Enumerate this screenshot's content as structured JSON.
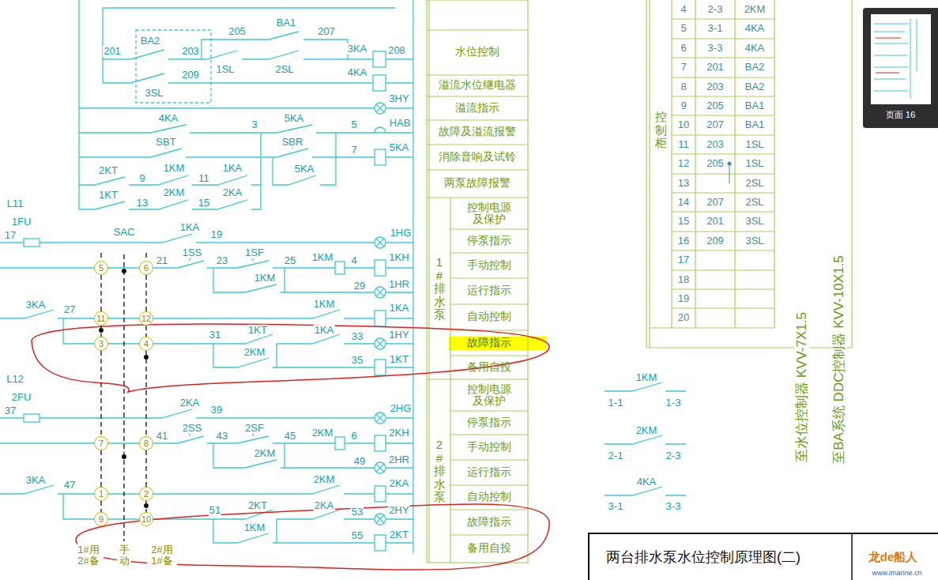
{
  "diagram": {
    "nodes": [
      {
        "text": [
          "5"
        ]
      },
      {
        "text": [
          "6"
        ]
      },
      {
        "text": [
          "11"
        ]
      },
      {
        "text": [
          "12"
        ]
      },
      {
        "text": [
          "3"
        ]
      },
      {
        "text": [
          "4"
        ]
      },
      {
        "text": [
          "7"
        ]
      },
      {
        "text": [
          "8"
        ]
      },
      {
        "text": [
          "1"
        ]
      },
      {
        "text": [
          "2"
        ]
      },
      {
        "text": [
          "9"
        ]
      },
      {
        "text": [
          "10"
        ]
      },
      {
        "text": [
          "两台排水泵水位控制原理图(二)"
        ]
      },
      {
        "text": [
          "页面 16"
        ]
      }
    ],
    "edges": [
      {
        "from": 0,
        "to": 2,
        "arrow": "none"
      },
      {
        "from": 2,
        "to": 4,
        "arrow": "none"
      },
      {
        "from": 4,
        "to": 6,
        "arrow": "none"
      },
      {
        "from": 6,
        "to": 8,
        "arrow": "none"
      },
      {
        "from": 8,
        "to": 10,
        "arrow": "none"
      },
      {
        "from": 1,
        "to": 3,
        "arrow": "none"
      },
      {
        "from": 3,
        "to": 5,
        "arrow": "none"
      },
      {
        "from": 5,
        "to": 7,
        "arrow": "none"
      },
      {
        "from": 7,
        "to": 9,
        "arrow": "none"
      },
      {
        "from": 9,
        "to": 11,
        "arrow": "none"
      }
    ],
    "labels": [
      "201",
      "BA2",
      "203",
      "205",
      "BA1",
      "207",
      "1SL",
      "2SL",
      "3KA",
      "208",
      "3SL",
      "209",
      "4KA",
      "3HY",
      "4KA",
      "3",
      "5KA",
      "5",
      "HAB",
      "SBT",
      "SBR",
      "7",
      "5KA",
      "2KT",
      "9",
      "1KM",
      "11",
      "1KA",
      "5KA",
      "1KT",
      "13",
      "2KM",
      "15",
      "2KA",
      "L11",
      "1FU",
      "17",
      "SAC",
      "1KA",
      "19",
      "1HG",
      "21",
      "1SS",
      "23",
      "1SF",
      "25",
      "1KM",
      "4",
      "1KH",
      "1KM",
      "29",
      "1HR",
      "3KA",
      "27",
      "1KM",
      "1KA",
      "31",
      "1KT",
      "1KA",
      "33",
      "1HY",
      "2KM",
      "35",
      "1KT",
      "L12",
      "2FU",
      "37",
      "2KA",
      "39",
      "2HG",
      "41",
      "2SS",
      "43",
      "2SF",
      "45",
      "2KM",
      "6",
      "2KH",
      "2KM",
      "49",
      "2HR",
      "3KA",
      "47",
      "2KM",
      "2KA",
      "51",
      "2KT",
      "2KA",
      "53",
      "2HY",
      "1KM",
      "55",
      "2KT",
      "1#用 2#备",
      "手 动",
      "2#用 1#备",
      "水位控制",
      "溢流水位继电器",
      "溢流指示",
      "故障及溢流报警",
      "消除音响及试铃",
      "两泵故障报警",
      "1#排水泵",
      "控制电源及保护",
      "停泵指示",
      "手动控制",
      "运行指示",
      "自动控制",
      "故障指示",
      "备用自投",
      "2#排水泵",
      "控制电源及保护",
      "停泵指示",
      "手动控制",
      "运行指示",
      "自动控制",
      "故障指示",
      "备用自投",
      "4",
      "2-3",
      "2KM",
      "5",
      "3-1",
      "4KA",
      "6",
      "3-3",
      "4KA",
      "7",
      "201",
      "BA2",
      "8",
      "203",
      "BA2",
      "9",
      "205",
      "BA1",
      "10",
      "207",
      "BA1",
      "11",
      "203",
      "1SL",
      "12",
      "205",
      "1SL",
      "13",
      "2SL",
      "14",
      "207",
      "2SL",
      "15",
      "201",
      "3SL",
      "16",
      "209",
      "3SL",
      "17",
      "18",
      "19",
      "20",
      "控制柜",
      "至水位控制器 KVV-7X1.5",
      "至BA系统 DDC控制器 KVV-10X1.5",
      "1KM",
      "1-1",
      "1-3",
      "2KM",
      "2-1",
      "2-3",
      "4KA",
      "3-1",
      "3-3",
      "龙de船人",
      "www.imarine.cn"
    ]
  }
}
